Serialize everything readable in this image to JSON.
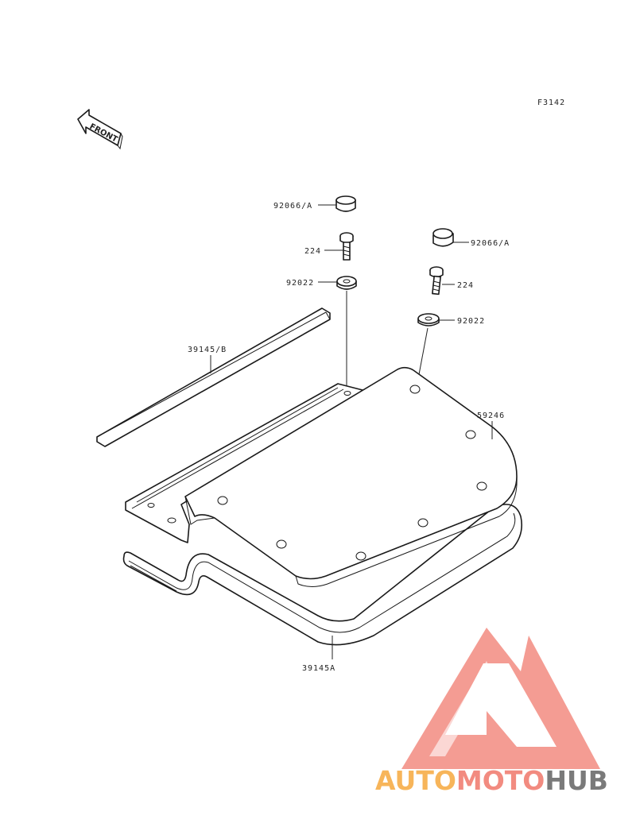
{
  "figure_code": "F3142",
  "front_arrow": {
    "text": "FRONT",
    "icon": "front-arrow-icon"
  },
  "parts": {
    "cap_left": "92066/A",
    "screw_left": "224",
    "washer_left": "92022",
    "cap_right": "92066/A",
    "screw_right": "224",
    "washer_right": "92022",
    "trim_strip": "39145/B",
    "mat": "59246",
    "trim_lower": "39145A"
  },
  "watermark": {
    "part1": "AUTO",
    "part2": "MOTO",
    "part3": "HUB",
    "colors": {
      "auto": "#f7b55a",
      "moto": "#f28b80",
      "hub": "#7a7a7a",
      "logo": "#f28b80"
    }
  }
}
